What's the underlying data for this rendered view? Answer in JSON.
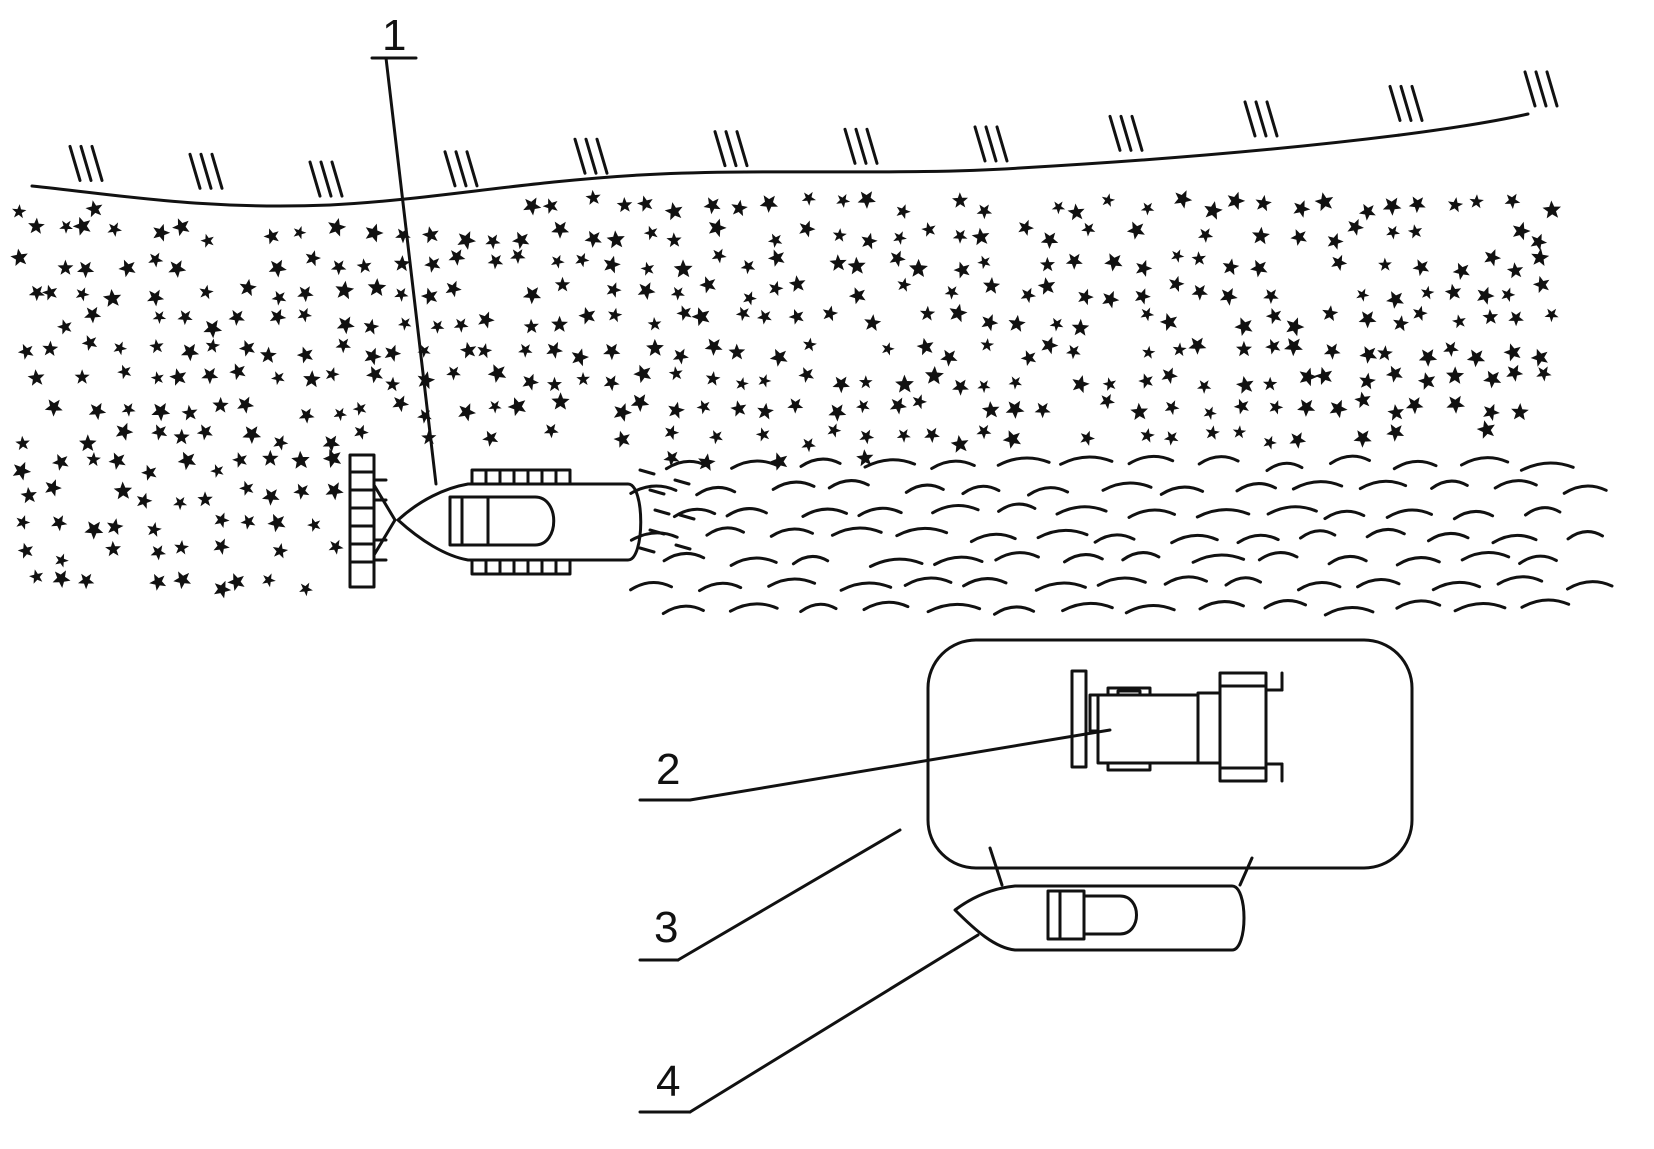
{
  "diagram": {
    "callouts": [
      {
        "id": "1",
        "text": "1"
      },
      {
        "id": "2",
        "text": "2"
      },
      {
        "id": "3",
        "text": "3"
      },
      {
        "id": "4",
        "text": "4"
      }
    ],
    "ink_color": "#111111",
    "background": "#ffffff"
  }
}
